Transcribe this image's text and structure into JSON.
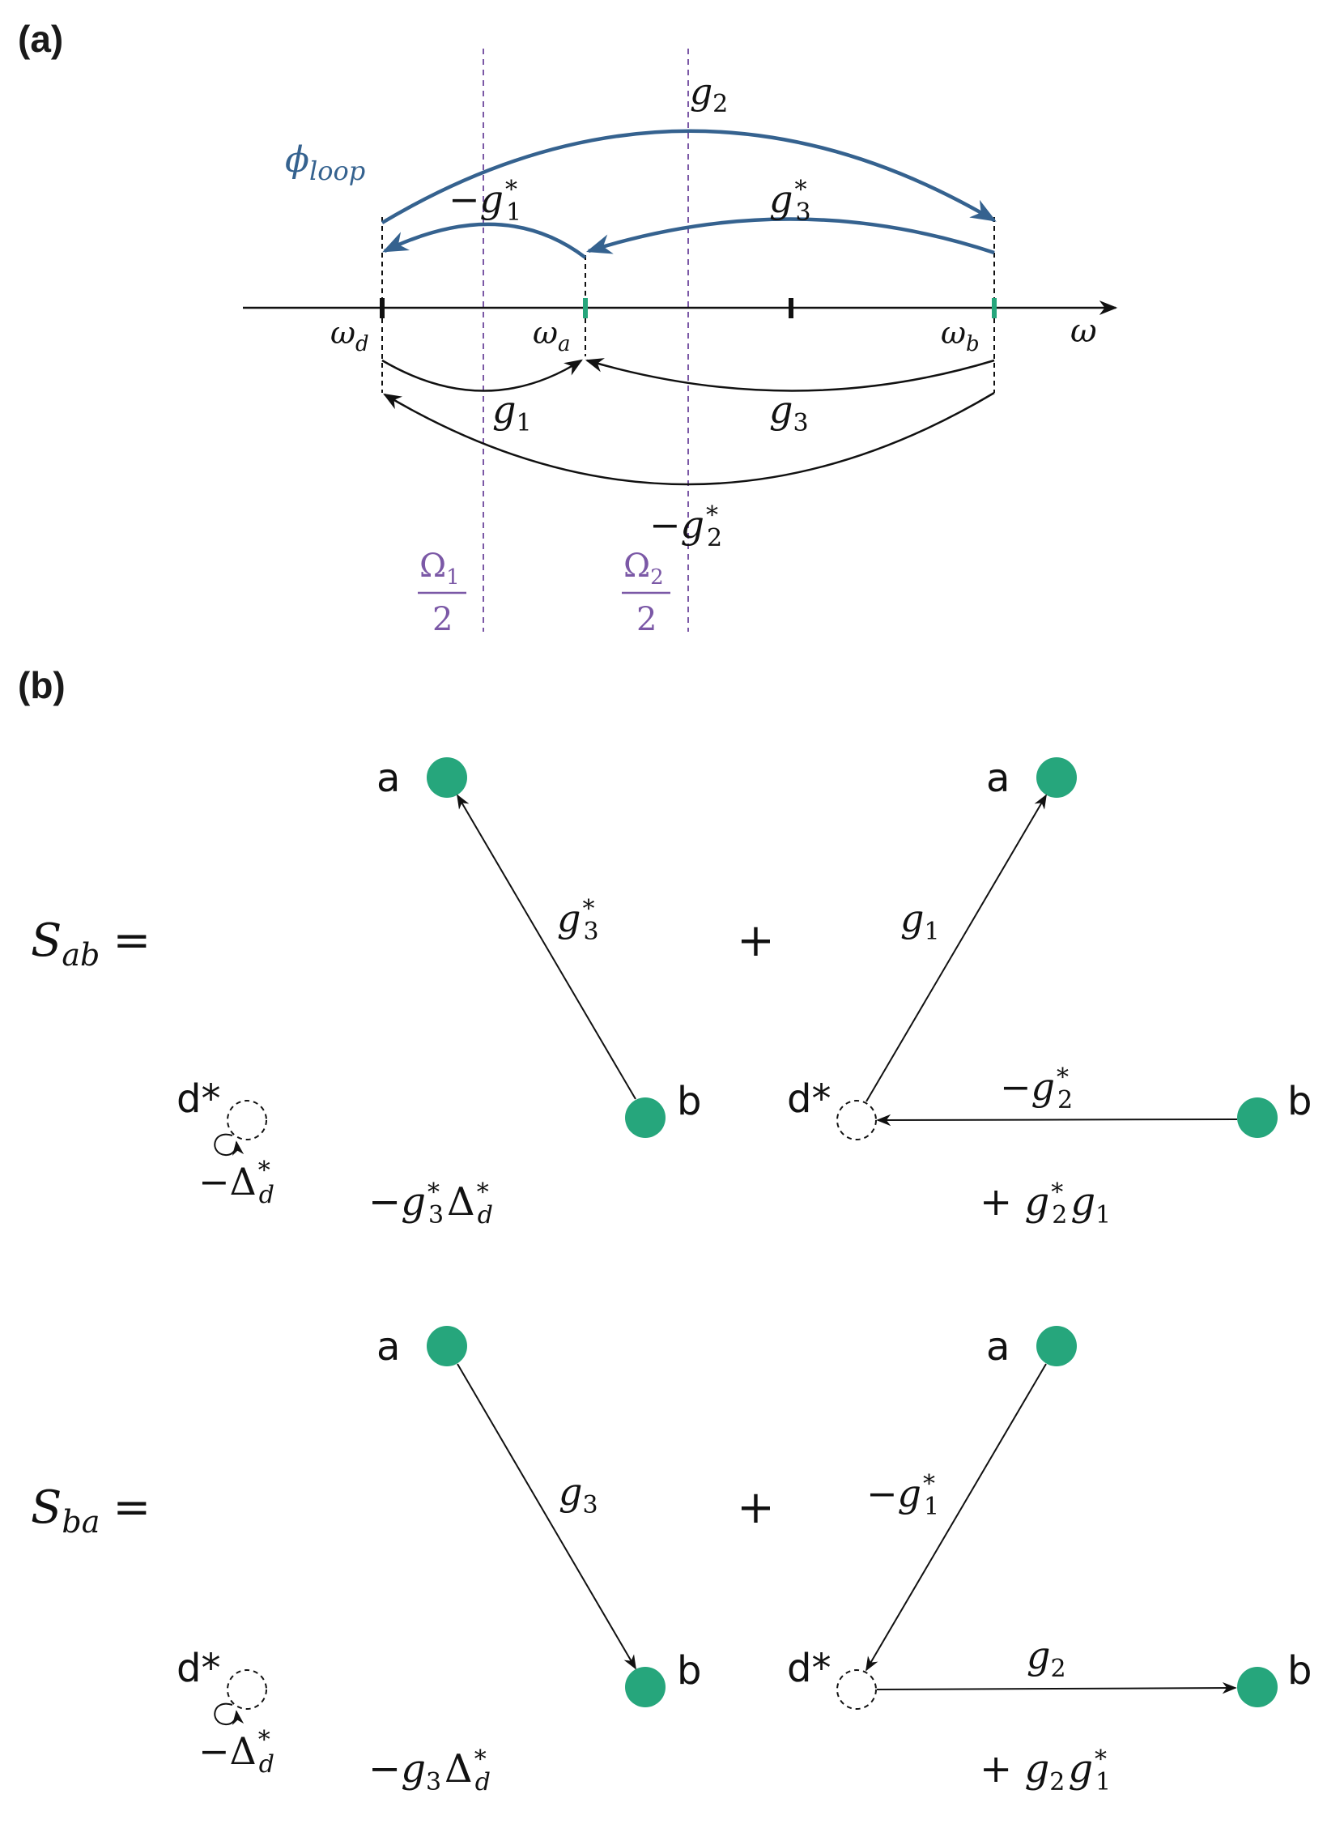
{
  "panel_a": {
    "label": "(a)",
    "axis_label": "ω",
    "freqs": {
      "d": "ω",
      "d_sub": "d",
      "a": "ω",
      "a_sub": "a",
      "b": "ω",
      "b_sub": "b"
    },
    "phi_loop": {
      "base": "ϕ",
      "sub": "loop"
    },
    "upper_arrows": {
      "g2": {
        "base": "g",
        "sub": "2"
      },
      "g1_conj": {
        "prefix": "−",
        "base": "g",
        "sub": "1",
        "sup": "*"
      },
      "g3_conj": {
        "base": "g",
        "sub": "3",
        "sup": "*"
      }
    },
    "lower_arrows": {
      "g1": {
        "base": "g",
        "sub": "1"
      },
      "g3": {
        "base": "g",
        "sub": "3"
      },
      "g2_conj": {
        "prefix": "−",
        "base": "g",
        "sub": "2",
        "sup": "*"
      }
    },
    "omega1_half": {
      "num": "Ω",
      "num_sub": "1",
      "den": "2"
    },
    "omega2_half": {
      "num": "Ω",
      "num_sub": "2",
      "den": "2"
    },
    "colors": {
      "blue": "#35628f",
      "purple": "#7b58a6",
      "green": "#26a67c",
      "black": "#111111"
    }
  },
  "panel_b": {
    "label": "(b)",
    "S_ab": {
      "base": "S",
      "sub": "ab",
      "eq": "="
    },
    "S_ba": {
      "base": "S",
      "sub": "ba",
      "eq": "="
    },
    "plus": "+",
    "nodes": {
      "a": "a",
      "b": "b",
      "d_star": "d*"
    },
    "self_loop": {
      "prefix": "−",
      "base": "Δ",
      "sub": "d",
      "sup": "*"
    },
    "ab_left": {
      "edge": {
        "base": "g",
        "sub": "3",
        "sup": "*"
      },
      "term": {
        "prefix": "−",
        "g": "g",
        "g_sub": "3",
        "g_sup": "*",
        "delta": "Δ",
        "d_sub": "d",
        "d_sup": "*"
      }
    },
    "ab_right": {
      "edge_top": {
        "base": "g",
        "sub": "1"
      },
      "edge_bottom": {
        "prefix": "−",
        "base": "g",
        "sub": "2",
        "sup": "*"
      },
      "term": {
        "prefix": "+ ",
        "g1": "g",
        "g1_sub": "2",
        "g1_sup": "*",
        "g2": "g",
        "g2_sub": "1"
      }
    },
    "ba_left": {
      "edge": {
        "base": "g",
        "sub": "3"
      },
      "term": {
        "prefix": "−",
        "g": "g",
        "g_sub": "3",
        "delta": "Δ",
        "d_sub": "d",
        "d_sup": "*"
      }
    },
    "ba_right": {
      "edge_top": {
        "prefix": "−",
        "base": "g",
        "sub": "1",
        "sup": "*"
      },
      "edge_bottom": {
        "base": "g",
        "sub": "2"
      },
      "term": {
        "prefix": "+ ",
        "g1": "g",
        "g1_sub": "2",
        "g2": "g",
        "g2_sub": "1",
        "g2_sup": "*"
      }
    }
  }
}
